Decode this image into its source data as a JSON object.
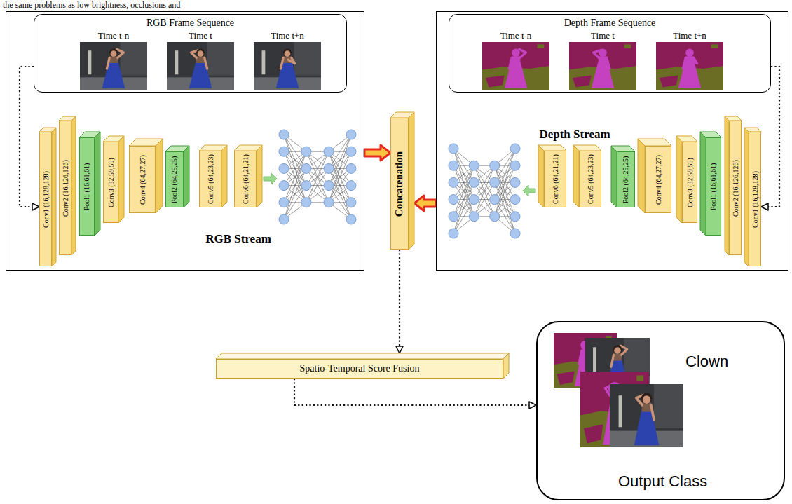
{
  "diagram": {
    "nodes": [
      {
        "text": [
          "RGB Stream"
        ]
      },
      {
        "text": [
          "RGB Frame Sequence"
        ],
        "in": 0
      },
      {
        "text": [
          "Time t-n"
        ],
        "in": 1
      },
      {
        "text": [
          "Time t"
        ],
        "in": 1
      },
      {
        "text": [
          "Time t+n"
        ],
        "in": 1
      },
      {
        "text": [
          "Conv1 (16,128,128)"
        ],
        "in": 0
      },
      {
        "text": [
          "Conv2 (16,126,126)"
        ],
        "in": 0
      },
      {
        "text": [
          "Pool1 (16,61,61)"
        ],
        "in": 0
      },
      {
        "text": [
          "Conv3 (32,59,59)"
        ],
        "in": 0
      },
      {
        "text": [
          "Conv4 (64,27,27)"
        ],
        "in": 0
      },
      {
        "text": [
          "Pool2 (64,25,25)"
        ],
        "in": 0
      },
      {
        "text": [
          "Conv5 (64,23,23)"
        ],
        "in": 0
      },
      {
        "text": [
          "Conv6 (64,21,21)"
        ],
        "in": 0
      },
      {
        "text": [
          "Concatenation"
        ]
      },
      {
        "text": [
          "Depth Stream"
        ]
      },
      {
        "text": [
          "Depth Frame Sequence"
        ],
        "in": 14
      },
      {
        "text": [
          "Time t-n"
        ],
        "in": 15
      },
      {
        "text": [
          "Time t"
        ],
        "in": 15
      },
      {
        "text": [
          "Time t+n"
        ],
        "in": 15
      },
      {
        "text": [
          "Conv1 (16,128,128)"
        ],
        "in": 14
      },
      {
        "text": [
          "Conv2 (16,126,126)"
        ],
        "in": 14
      },
      {
        "text": [
          "Pool1 (16,61,61)"
        ],
        "in": 14
      },
      {
        "text": [
          "Conv3 (32,59,59)"
        ],
        "in": 14
      },
      {
        "text": [
          "Conv4 (64,27,27)"
        ],
        "in": 14
      },
      {
        "text": [
          "Pool2 (64,25,25)"
        ],
        "in": 14
      },
      {
        "text": [
          "Conv5 (64,23,23)"
        ],
        "in": 14
      },
      {
        "text": [
          "Conv6 (64,21,21)"
        ],
        "in": 14
      },
      {
        "text": [
          "Spatio-Temporal Score Fusion"
        ]
      },
      {
        "text": [
          "Clown",
          "Output Class"
        ]
      }
    ],
    "edges": [
      {
        "from": 1,
        "to": 5,
        "arrow": "to"
      },
      {
        "from": 15,
        "to": 19,
        "arrow": "to"
      },
      {
        "from": 0,
        "to": 13,
        "arrow": "to"
      },
      {
        "from": 14,
        "to": 13,
        "arrow": "to"
      },
      {
        "from": 13,
        "to": 27,
        "arrow": "to"
      },
      {
        "from": 27,
        "to": 28,
        "arrow": "to"
      }
    ],
    "labels": [
      "the same problems as low brightness, occlusions and"
    ]
  }
}
